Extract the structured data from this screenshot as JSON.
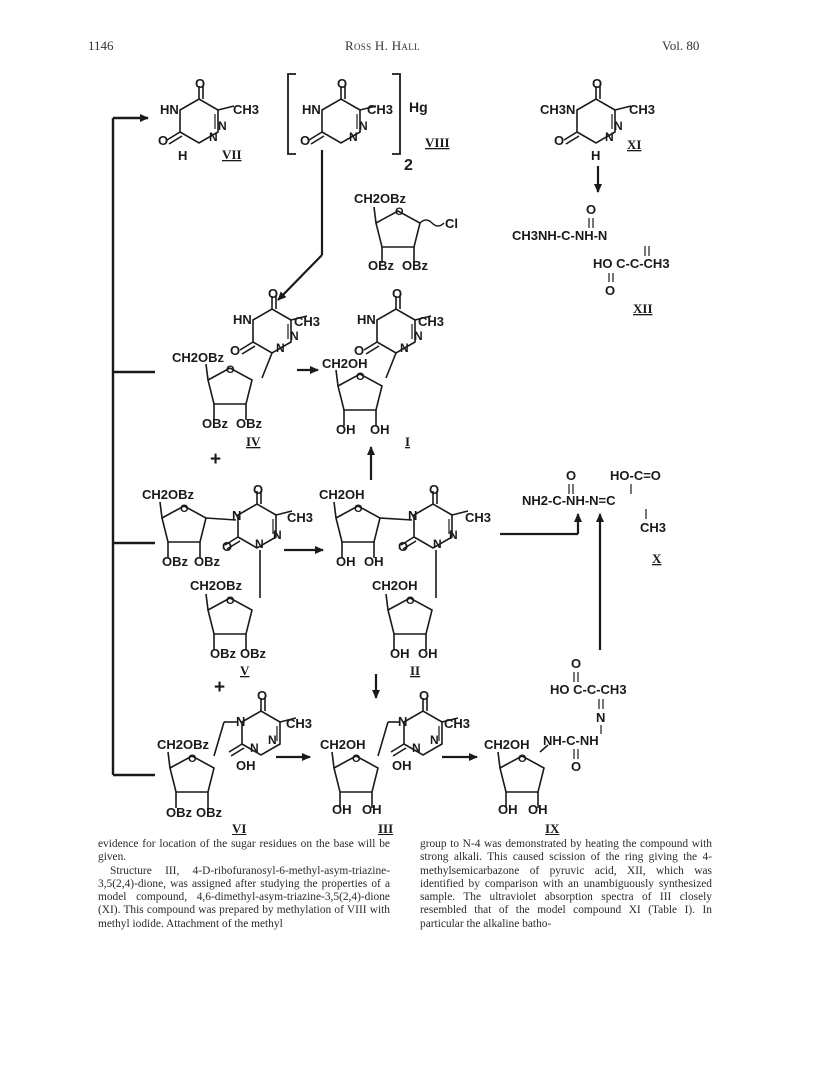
{
  "header": {
    "page_number": "1146",
    "author": "Ross H. Hall",
    "volume": "Vol. 80"
  },
  "scheme": {
    "labels": {
      "vii": "VII",
      "viii": "VIII",
      "xi": "XI",
      "xii": "XII",
      "iv": "IV",
      "i": "I",
      "x": "X",
      "v": "V",
      "ii": "II",
      "vi": "VI",
      "iii": "III",
      "ix": "IX"
    },
    "text": {
      "o": "O",
      "hn": "HN",
      "ch3": "CH3",
      "n": "N",
      "h": "H",
      "hg": "Hg",
      "two": "2",
      "ch2obz": "CH2OBz",
      "ch2oh": "CH2OH",
      "cl": "Cl",
      "obz": "OBz",
      "oh": "OH",
      "plus": "+",
      "ch3n": "CH3N",
      "xii_line1": "CH3NH-C-NH-N",
      "xii_line2": "HO C-C-CH3",
      "x_line1": "HO-C=O",
      "x_line2": "NH2-C-NH-N=C",
      "x_line3": "CH3",
      "ix_line1": "HO C-C-CH3",
      "ix_line2": "NH-C-NH"
    }
  },
  "body": {
    "left": [
      "evidence for location of the sugar residues on the base will be given.",
      "Structure III, 4-D-ribofuranosyl-6-methyl-asym-triazine-3,5(2,4)-dione, was assigned after studying the properties of a model compound, 4,6-dimethyl-asym-triazine-3,5(2,4)-dione (XI). This compound was prepared by methylation of VIII with methyl iodide. Attachment of the methyl"
    ],
    "right": [
      "group to N-4 was demonstrated by heating the compound with strong alkali. This caused scission of the ring giving the 4-methylsemicarbazone of pyruvic acid, XII, which was identified by comparison with an unambiguously synthesized sample. The ultraviolet absorption spectra of III closely resembled that of the model compound XI (Table I). In particular the alkaline batho-"
    ]
  }
}
